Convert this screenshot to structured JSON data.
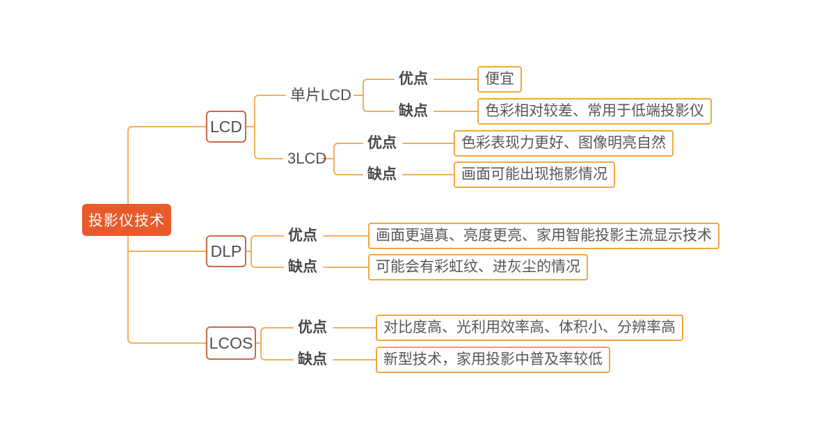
{
  "app": {
    "type": "mindmap",
    "topic": "投影仪技术"
  },
  "colors": {
    "root_fill": "#E95A2B",
    "root_text": "#FFFFFF",
    "branch_border": "#C8684A",
    "leaf_border": "#F0A73F",
    "connector_line": "#F3AE5B",
    "text": "#4E4E4E"
  },
  "mindmap": {
    "root": {
      "label": "投影仪技术"
    },
    "branches": [
      {
        "label": "LCD",
        "children": [
          {
            "label": "单片LCD",
            "pros": {
              "label": "优点",
              "value": "便宜"
            },
            "cons": {
              "label": "缺点",
              "value": "色彩相对较差、常用于低端投影仪"
            }
          },
          {
            "label": "3LCD",
            "pros": {
              "label": "优点",
              "value": "色彩表现力更好、图像明亮自然"
            },
            "cons": {
              "label": "缺点",
              "value": "画面可能出现拖影情况"
            }
          }
        ]
      },
      {
        "label": "DLP",
        "pros": {
          "label": "优点",
          "value": "画面更逼真、亮度更亮、家用智能投影主流显示技术"
        },
        "cons": {
          "label": "缺点",
          "value": "可能会有彩虹纹、进灰尘的情况"
        }
      },
      {
        "label": "LCOS",
        "pros": {
          "label": "优点",
          "value": "对比度高、光利用效率高、体积小、分辨率高"
        },
        "cons": {
          "label": "缺点",
          "value": "新型技术，家用投影中普及率较低"
        }
      }
    ]
  }
}
